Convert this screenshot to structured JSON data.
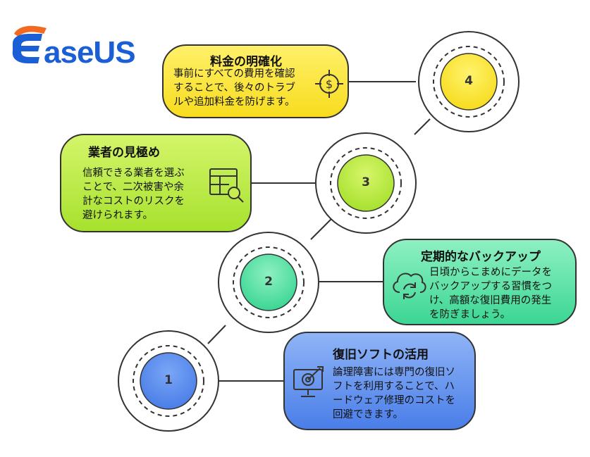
{
  "brand": {
    "name": "EaseUS",
    "colors": {
      "blue": "#1a5fd6",
      "orange": "#f26a21"
    }
  },
  "steps": [
    {
      "number": "1",
      "title": "復旧ソフトの活用",
      "lines": [
        "論理障害には専門の復旧ソ",
        "フトを利用することで、ハ",
        "ードウェア修理のコストを",
        "回避できます。"
      ],
      "icon": "target-monitor-icon",
      "color": "#5b8ef0"
    },
    {
      "number": "2",
      "title": "定期的なバックアップ",
      "lines": [
        "日頃からこまめにデータを",
        "バックアップする習慣をつ",
        "け、高額な復旧費用の発生",
        "を防ぎましょう。"
      ],
      "icon": "cloud-sync-icon",
      "color": "#4fe0a3"
    },
    {
      "number": "3",
      "title": "業者の見極め",
      "lines": [
        "信頼できる業者を選ぶ",
        "ことで、二次被害や余",
        "計なコストのリスクを",
        "避けられます。"
      ],
      "icon": "table-search-icon",
      "color": "#b8ec3e"
    },
    {
      "number": "4",
      "title": "料金の明確化",
      "lines": [
        "事前にすべての費用を確認",
        "することで、後々のトラブ",
        "ルや追加料金を防げます。"
      ],
      "icon": "dollar-target-icon",
      "color": "#fbe83a"
    }
  ]
}
